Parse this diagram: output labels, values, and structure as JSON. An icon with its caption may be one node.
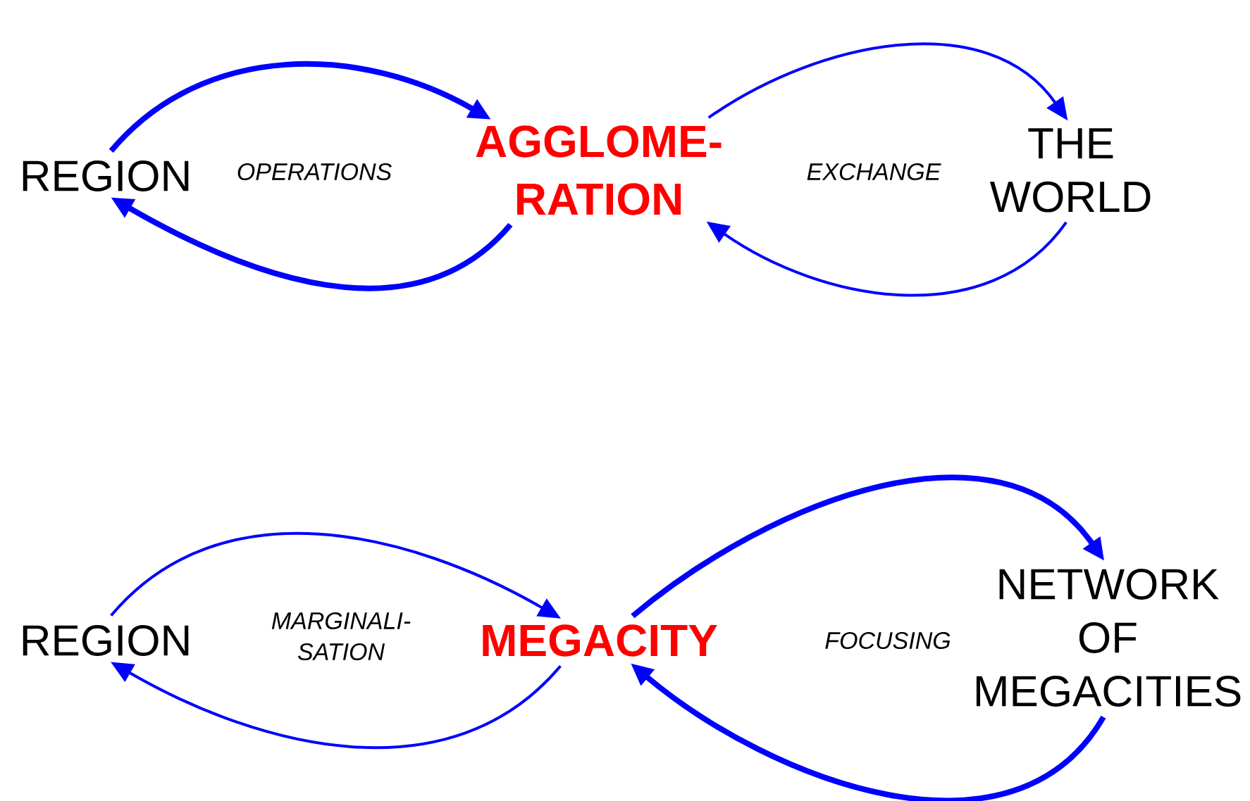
{
  "diagram": {
    "nodes": [
      {
        "text": [
          "REGION"
        ]
      },
      {
        "text": [
          "AGGLOME- RATION"
        ]
      },
      {
        "text": [
          "THE WORLD"
        ]
      },
      {
        "text": [
          "REGION"
        ]
      },
      {
        "text": [
          "MEGACITY"
        ]
      },
      {
        "text": [
          "NETWORK OF MEGACITIES"
        ]
      }
    ],
    "edges": [
      {
        "from": 0,
        "to": 1,
        "arrow": "to",
        "style": "thick"
      },
      {
        "from": 1,
        "to": 0,
        "arrow": "to",
        "style": "thick"
      },
      {
        "from": 1,
        "to": 2,
        "arrow": "to"
      },
      {
        "from": 2,
        "to": 1,
        "arrow": "to"
      },
      {
        "from": 3,
        "to": 4,
        "arrow": "to"
      },
      {
        "from": 4,
        "to": 3,
        "arrow": "to"
      },
      {
        "from": 4,
        "to": 5,
        "arrow": "to",
        "style": "thick"
      },
      {
        "from": 5,
        "to": 4,
        "arrow": "to",
        "style": "thick"
      }
    ],
    "labels": [
      "OPERATIONS",
      "EXCHANGE",
      "MARGINALI- SATION",
      "FOCUSING"
    ]
  }
}
